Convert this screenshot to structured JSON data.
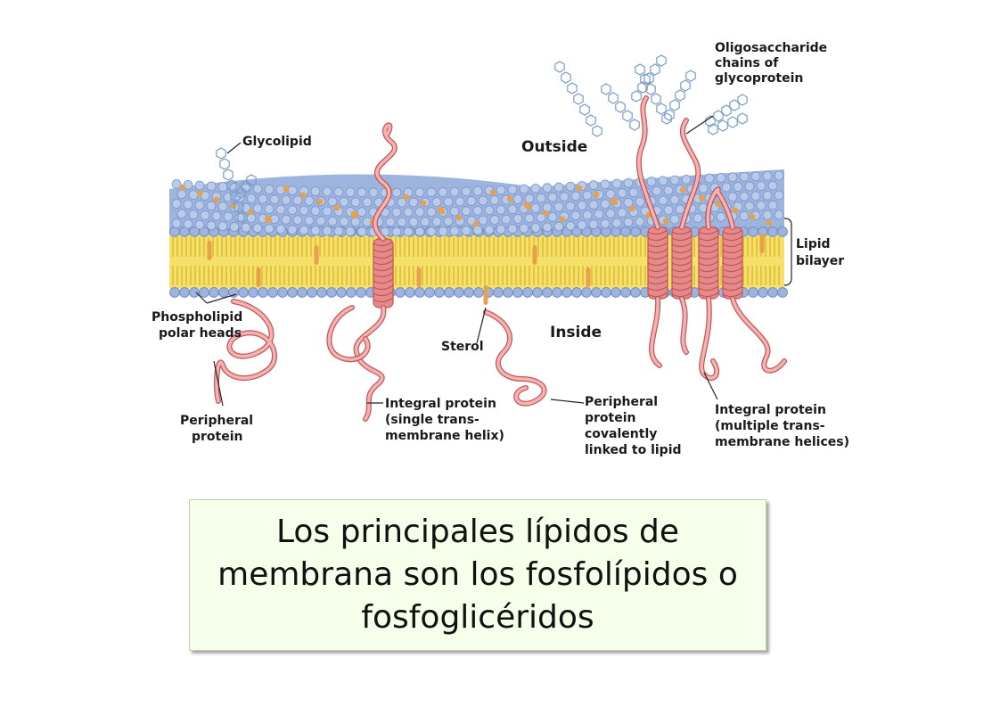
{
  "diagram": {
    "labels": {
      "oligosaccharide": [
        "Oligosaccharide",
        "chains of",
        "glycoprotein"
      ],
      "glycolipid": [
        "Glycolipid"
      ],
      "outside": [
        "Outside"
      ],
      "inside": [
        "Inside"
      ],
      "lipid_bilayer": [
        "Lipid",
        "bilayer"
      ],
      "phospholipid_heads": [
        "Phospholipid",
        "polar heads"
      ],
      "sterol": [
        "Sterol"
      ],
      "peripheral_protein": [
        "Peripheral",
        "protein"
      ],
      "integral_single": [
        "Integral protein",
        "(single trans-",
        "membrane helix)"
      ],
      "peripheral_lipid": [
        "Peripheral",
        "protein",
        "covalently",
        "linked to lipid"
      ],
      "integral_multiple": [
        "Integral protein",
        "(multiple trans-",
        "membrane helices)"
      ]
    },
    "colors": {
      "head": "#9db4de",
      "head_dark": "#6f8cc4",
      "tail_band": "#f5e06a",
      "tail_line": "#d9b52a",
      "protein": "#e58a8a",
      "protein_dark": "#c25555",
      "sterol": "#e8a04a",
      "sugar": "#7a9cc8"
    }
  },
  "caption": {
    "text": "Los principales lípidos de membrana son los fosfolípidos o fosfoglicéridos"
  }
}
